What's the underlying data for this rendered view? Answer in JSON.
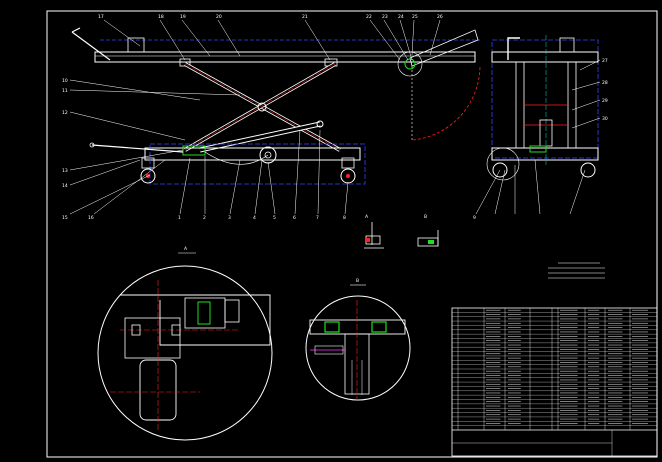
{
  "top_callouts": [
    {
      "id": "tc1",
      "text": "17"
    },
    {
      "id": "tc2",
      "text": "18"
    },
    {
      "id": "tc3",
      "text": "19"
    },
    {
      "id": "tc4",
      "text": "20"
    },
    {
      "id": "tc5",
      "text": "21"
    },
    {
      "id": "tc6",
      "text": "22"
    },
    {
      "id": "tc7",
      "text": "23"
    },
    {
      "id": "tc8",
      "text": "24"
    },
    {
      "id": "tc9",
      "text": "25"
    },
    {
      "id": "tc10",
      "text": "26"
    }
  ],
  "left_callouts": [
    {
      "id": "lc1",
      "text": "10"
    },
    {
      "id": "lc2",
      "text": "11"
    },
    {
      "id": "lc3",
      "text": "12"
    },
    {
      "id": "lc4",
      "text": "13"
    },
    {
      "id": "lc5",
      "text": "14"
    },
    {
      "id": "lc6",
      "text": "15"
    },
    {
      "id": "lc7",
      "text": "16"
    }
  ],
  "bottom_callouts": [
    {
      "id": "bc1",
      "text": "1"
    },
    {
      "id": "bc2",
      "text": "2"
    },
    {
      "id": "bc3",
      "text": "3"
    },
    {
      "id": "bc4",
      "text": "4"
    },
    {
      "id": "bc5",
      "text": "5"
    },
    {
      "id": "bc6",
      "text": "6"
    },
    {
      "id": "bc7",
      "text": "7"
    },
    {
      "id": "bc8",
      "text": "8"
    },
    {
      "id": "bc9",
      "text": "9"
    }
  ],
  "side_callouts": [
    {
      "id": "sc1",
      "text": "27"
    },
    {
      "id": "sc2",
      "text": "28"
    },
    {
      "id": "sc3",
      "text": "29"
    },
    {
      "id": "sc4",
      "text": "30"
    }
  ],
  "section_a_label": "A",
  "section_b_label": "B",
  "section_a_label_2": "A",
  "section_b_label_2": "B",
  "colors": {
    "outline": "#ffffff",
    "frame": "#3344ff",
    "accent_red": "#ff2020",
    "green": "#22dd22",
    "magenta": "#ff33ff",
    "cyan": "#00e0e0"
  }
}
